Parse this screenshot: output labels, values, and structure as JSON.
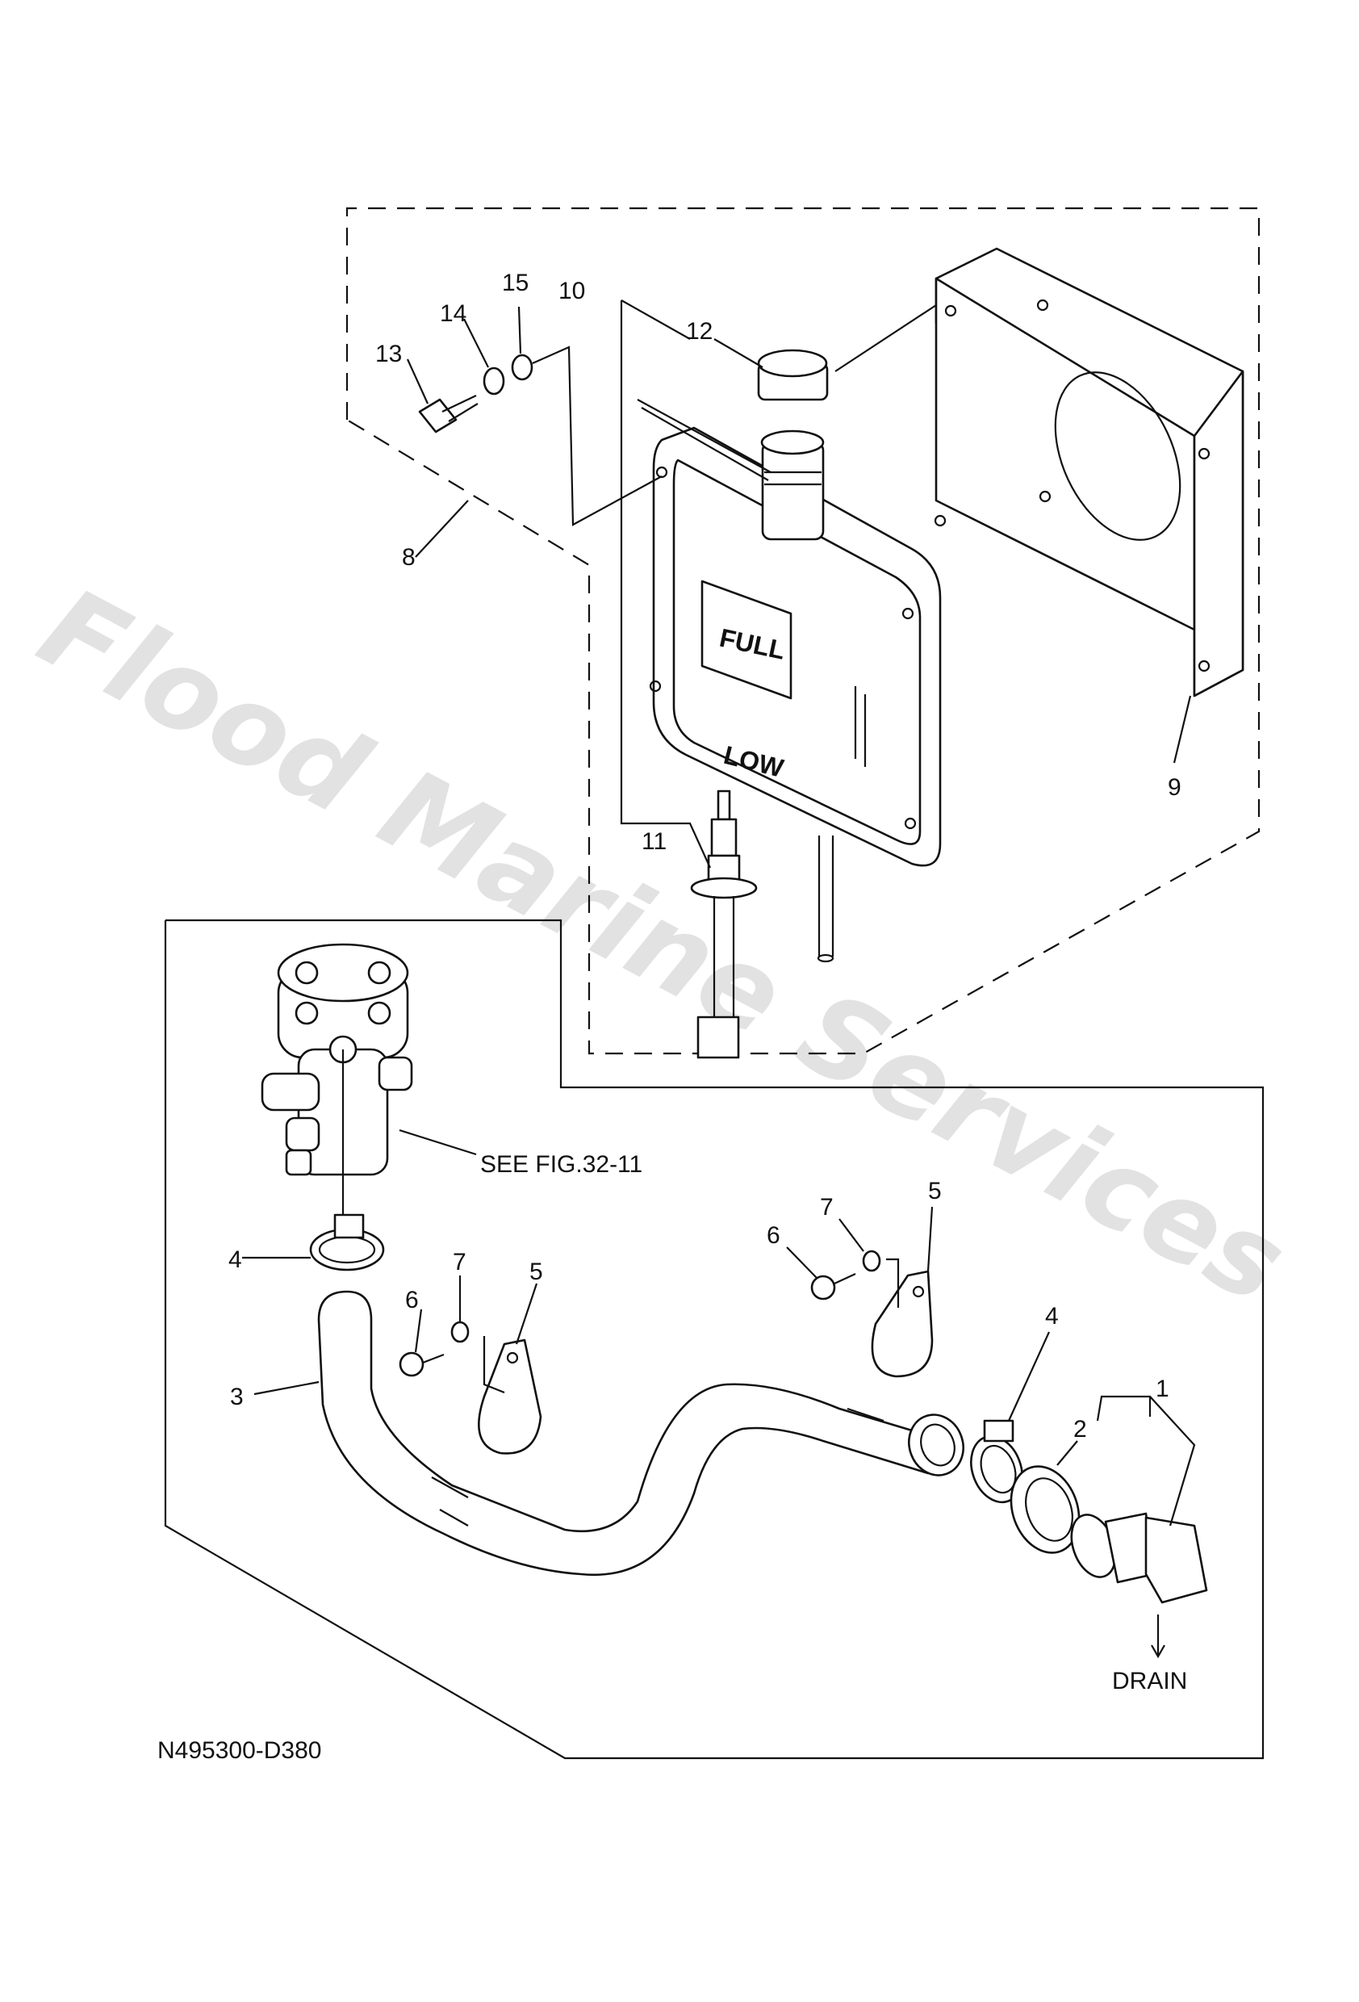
{
  "diagram": {
    "watermark": "Flood Marine Services",
    "code": "N495300-D380",
    "see_fig": "SEE FIG.32-11",
    "drain": "DRAIN",
    "tank_full": "FULL",
    "tank_low": "LOW",
    "callouts": {
      "c1": "1",
      "c2": "2",
      "c3": "3",
      "c4a": "4",
      "c4b": "4",
      "c5a": "5",
      "c5b": "5",
      "c6a": "6",
      "c6b": "6",
      "c7a": "7",
      "c7b": "7",
      "c8": "8",
      "c9": "9",
      "c10": "10",
      "c11": "11",
      "c12": "12",
      "c13": "13",
      "c14": "14",
      "c15": "15"
    }
  }
}
